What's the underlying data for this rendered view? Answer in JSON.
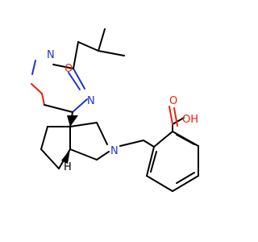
{
  "colors": {
    "background": "#ffffff",
    "bond": "#000000",
    "oxygen": "#e8200c",
    "nitrogen": "#2233cc"
  },
  "atoms": {
    "oxadiazole_o": "O",
    "oxadiazole_n_top": "N",
    "oxadiazole_n_right": "N",
    "pyrrolidine_n": "N",
    "acid_carbonyl_o": "O",
    "acid_oh": "OH",
    "stereo_h": "H"
  }
}
